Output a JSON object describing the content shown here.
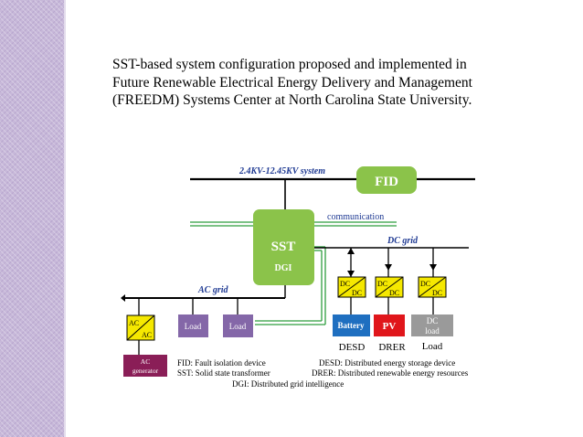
{
  "caption": " SST-based system configuration proposed and implemented in Future Renewable Electrical Energy Delivery and Management (FREEDM) Systems Center at North Carolina State University.",
  "colors": {
    "sidebar": "#c7b8d9",
    "green_box": "#8bc34a",
    "comm_line": "#2e9e3e",
    "purple_box": "#8467a8",
    "blue_box": "#1f6fc0",
    "red_box": "#e0161b",
    "gray_box": "#9a9a9a",
    "ac_gen_box": "#8a1e57",
    "converter": "#f5e800",
    "label_blue": "#1f3a93"
  },
  "diagram": {
    "bus_label": "2.4KV-12.45KV system",
    "fid_label": "FID",
    "communication_label": "communication",
    "dc_grid_label": "DC grid",
    "ac_grid_label": "AC grid",
    "sst_label": "SST",
    "dgi_label": "DGI",
    "ac_converter": {
      "top": "AC",
      "bottom": "AC"
    },
    "loads": [
      "Load",
      "Load"
    ],
    "dc_converters": [
      {
        "top": "DC",
        "bottom": "DC"
      },
      {
        "top": "DC",
        "bottom": "DC"
      },
      {
        "top": "DC",
        "bottom": "DC"
      }
    ],
    "battery_label": "Battery",
    "pv_label": "PV",
    "dc_load_line1": "DC",
    "dc_load_line2": "load",
    "ac_generator_line1": "AC",
    "ac_generator_line2": "generator",
    "desd_label": "DESD",
    "drer_label": "DRER",
    "load_label": "Load",
    "legend": {
      "fid": "FID: Fault isolation device",
      "sst": "SST: Solid state transformer",
      "desd": "DESD: Distributed energy storage device",
      "drer": "DRER: Distributed renewable energy resources",
      "dgi": "DGI: Distributed grid intelligence"
    }
  }
}
